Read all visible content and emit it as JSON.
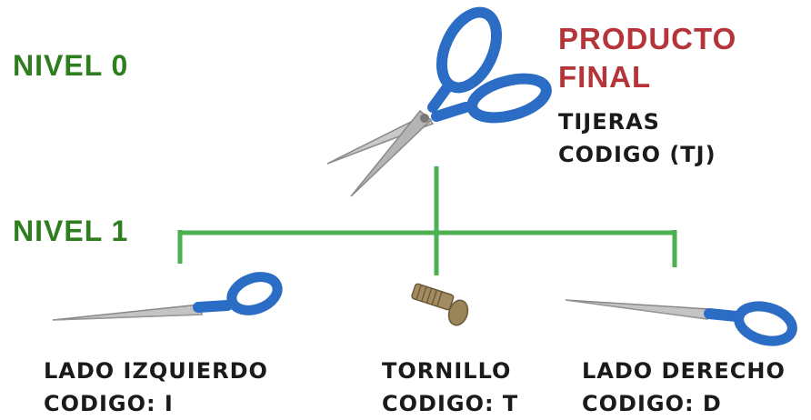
{
  "levels": {
    "level0": "NIVEL 0",
    "level1": "NIVEL 1"
  },
  "final_product": {
    "heading_line1": "PRODUCTO",
    "heading_line2": "FINAL",
    "name": "TIJERAS",
    "code": "CODIGO (TJ)"
  },
  "components": [
    {
      "name": "LADO IZQUIERDO",
      "code": "CODIGO: I"
    },
    {
      "name": "TORNILLO",
      "code": "CODIGO: T"
    },
    {
      "name": "LADO DERECHO",
      "code": "CODIGO: D"
    }
  ],
  "colors": {
    "level_text": "#2e7d1e",
    "heading_text": "#b5343a",
    "connector": "#4caf50",
    "handle": "#2b6cc4",
    "blade": "#b9b9b9"
  }
}
